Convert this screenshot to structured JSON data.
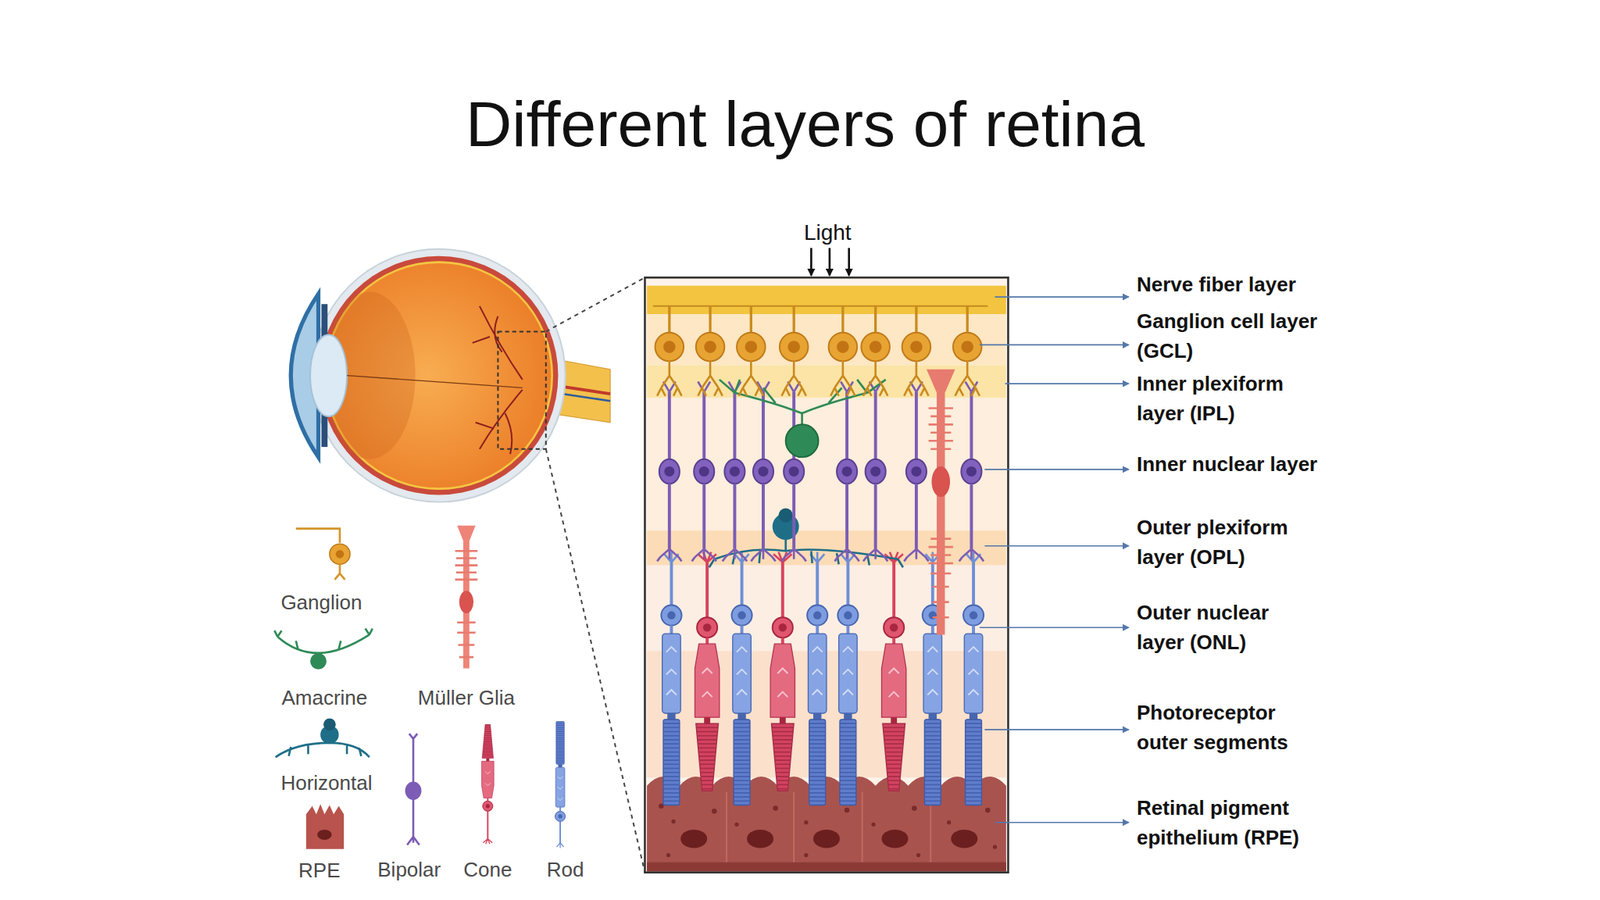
{
  "diagram": {
    "title": "Different layers of retina",
    "labels": [
      "Light",
      "Nerve fiber layer",
      "Ganglion cell layer (GCL)",
      "Inner plexiform layer (IPL)",
      "Inner nuclear layer",
      "Outer plexiform layer (OPL)",
      "Outer nuclear layer (ONL)",
      "Photoreceptor outer segments",
      "Retinal pigment epithelium (RPE)"
    ],
    "legend": [
      {
        "text": "Ganglion"
      },
      {
        "text": "Amacrine"
      },
      {
        "text": "Müller Glia"
      },
      {
        "text": "Horizontal"
      },
      {
        "text": "RPE"
      },
      {
        "text": "Bipolar"
      },
      {
        "text": "Cone"
      },
      {
        "text": "Rod"
      }
    ]
  }
}
